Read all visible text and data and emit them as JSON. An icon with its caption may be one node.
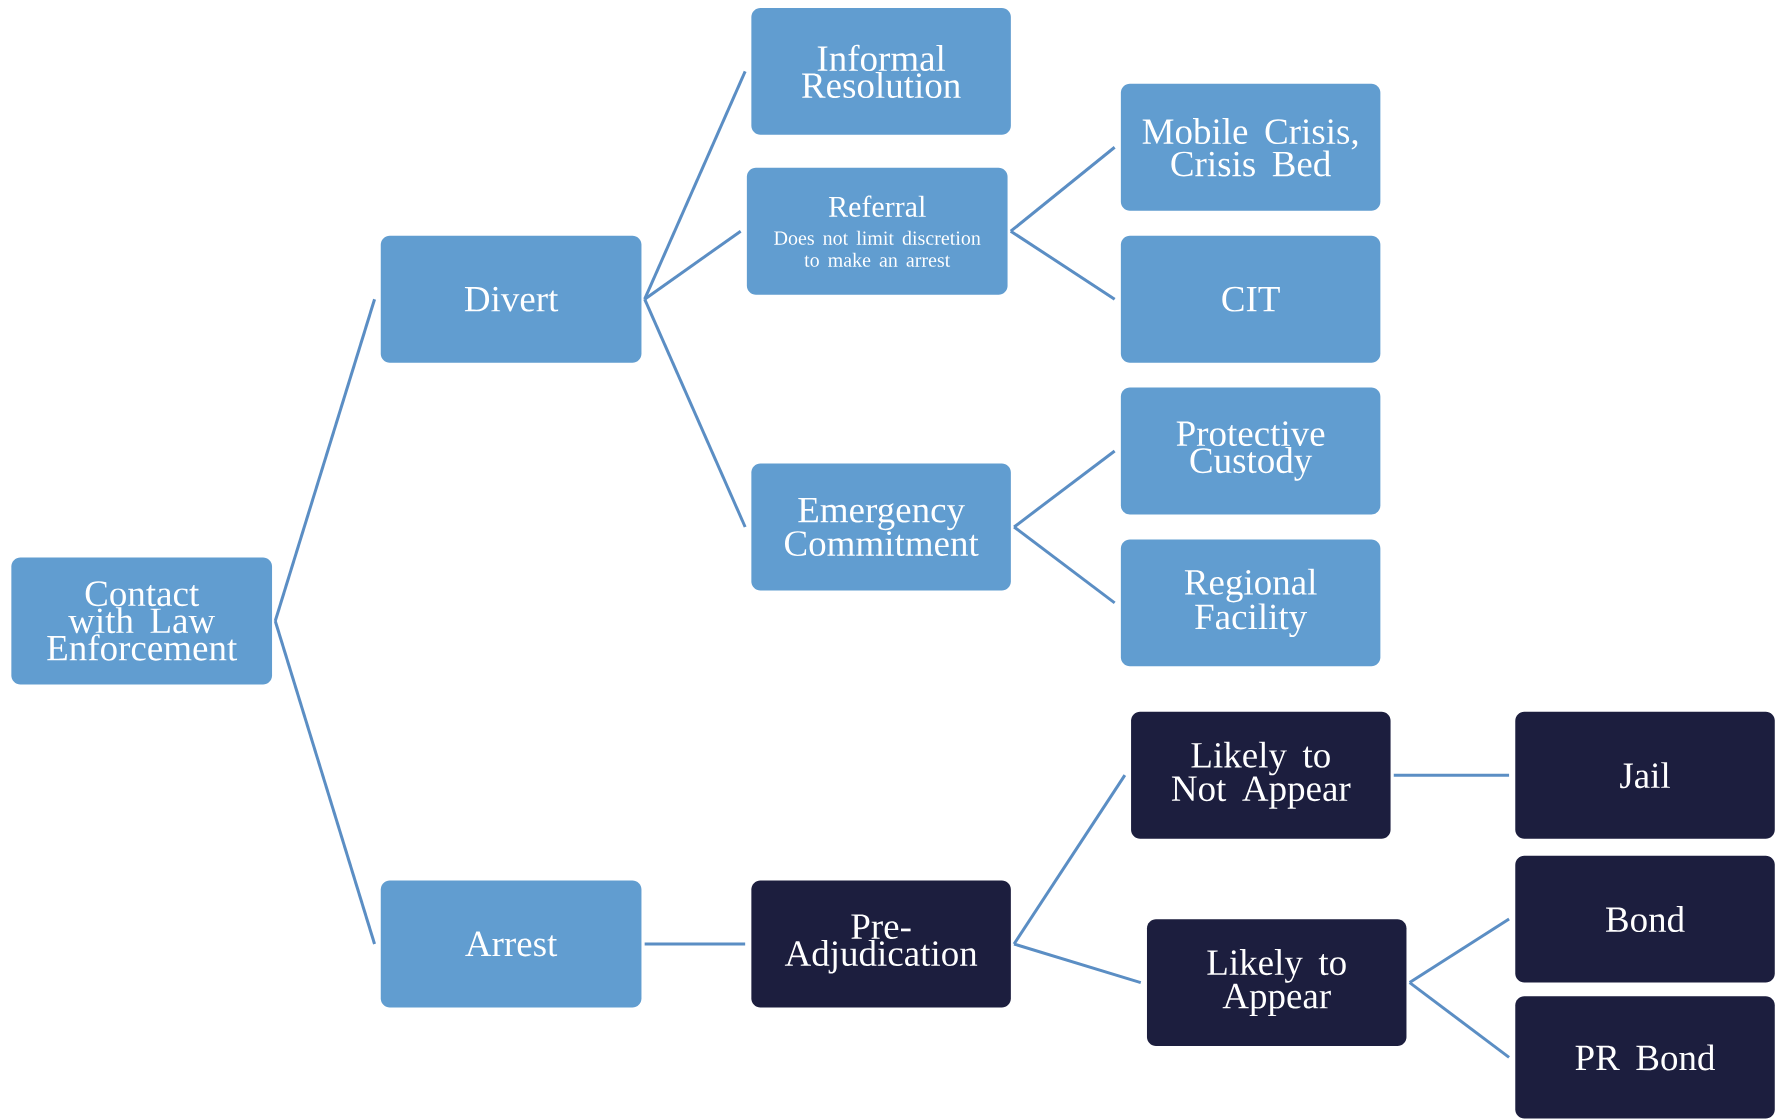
{
  "diagram": {
    "nodes": [
      {
        "text": [
          "Contact with Law Enforcement"
        ]
      },
      {
        "text": [
          "Divert"
        ]
      },
      {
        "text": [
          "Informal Resolution"
        ]
      },
      {
        "text": [
          "Referral",
          "Does not limit discretion to make an arrest"
        ]
      },
      {
        "text": [
          "Mobile Crisis, Crisis Bed"
        ]
      },
      {
        "text": [
          "CIT"
        ]
      },
      {
        "text": [
          "Emergency Commitment"
        ]
      },
      {
        "text": [
          "Protective Custody"
        ]
      },
      {
        "text": [
          "Regional Facility"
        ]
      },
      {
        "text": [
          "Arrest"
        ]
      },
      {
        "text": [
          "Pre-Adjudication"
        ]
      },
      {
        "text": [
          "Likely to Not Appear"
        ]
      },
      {
        "text": [
          "Jail"
        ]
      },
      {
        "text": [
          "Likely to Appear"
        ]
      },
      {
        "text": [
          "Bond"
        ]
      },
      {
        "text": [
          "PR Bond"
        ]
      }
    ],
    "edges": [
      {
        "from": 0,
        "to": 1,
        "arrow": "none"
      },
      {
        "from": 0,
        "to": 9,
        "arrow": "none"
      },
      {
        "from": 1,
        "to": 2,
        "arrow": "none"
      },
      {
        "from": 1,
        "to": 3,
        "arrow": "none"
      },
      {
        "from": 1,
        "to": 6,
        "arrow": "none"
      },
      {
        "from": 3,
        "to": 4,
        "arrow": "none"
      },
      {
        "from": 3,
        "to": 5,
        "arrow": "none"
      },
      {
        "from": 6,
        "to": 7,
        "arrow": "none"
      },
      {
        "from": 6,
        "to": 8,
        "arrow": "none"
      },
      {
        "from": 9,
        "to": 10,
        "arrow": "none"
      },
      {
        "from": 10,
        "to": 11,
        "arrow": "none"
      },
      {
        "from": 10,
        "to": 13,
        "arrow": "none"
      },
      {
        "from": 11,
        "to": 12,
        "arrow": "none"
      },
      {
        "from": 13,
        "to": 14,
        "arrow": "none"
      },
      {
        "from": 13,
        "to": 15,
        "arrow": "none"
      }
    ]
  }
}
